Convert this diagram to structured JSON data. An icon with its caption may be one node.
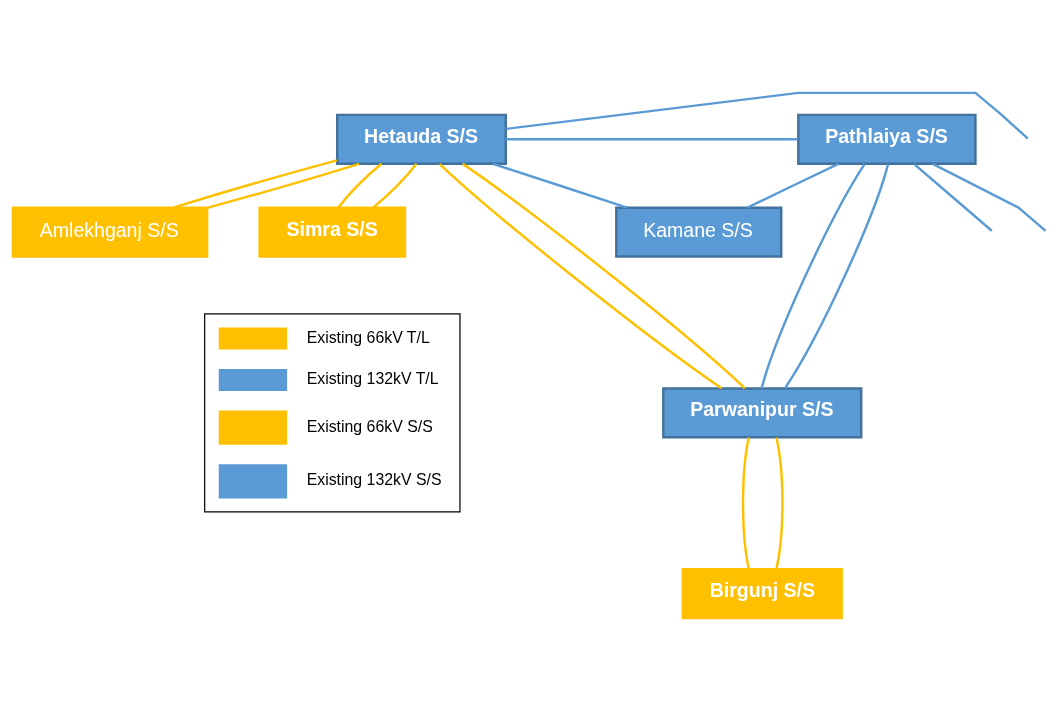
{
  "diagram": {
    "nodes": [
      {
        "text": [
          "Hetauda S/S"
        ]
      },
      {
        "text": [
          "Pathlaiya S/S"
        ]
      },
      {
        "text": [
          "Kamane S/S"
        ]
      },
      {
        "text": [
          "Amlekhganj S/S"
        ]
      },
      {
        "text": [
          "Simra S/S"
        ]
      },
      {
        "text": [
          "Parwanipur S/S"
        ]
      },
      {
        "text": [
          "Birgunj S/S"
        ]
      }
    ],
    "edges": [
      {
        "from": null,
        "to": 0,
        "arrow": "none",
        "color": "#5b9bd5"
      },
      {
        "from": 0,
        "to": 1,
        "arrow": "none",
        "color": "#5b9bd5"
      },
      {
        "from": 1,
        "to": null,
        "arrow": "none",
        "color": "#5b9bd5"
      },
      {
        "from": 1,
        "to": null,
        "arrow": "none",
        "color": "#5b9bd5"
      },
      {
        "from": 0,
        "to": 2,
        "arrow": "none",
        "color": "#5b9bd5"
      },
      {
        "from": 2,
        "to": 1,
        "arrow": "none",
        "color": "#5b9bd5"
      },
      {
        "from": 1,
        "to": 5,
        "arrow": "none",
        "color": "#5b9bd5"
      },
      {
        "from": 1,
        "to": 5,
        "arrow": "none",
        "color": "#5b9bd5"
      },
      {
        "from": 0,
        "to": 3,
        "arrow": "none",
        "color": "#ffc000"
      },
      {
        "from": 0,
        "to": 3,
        "arrow": "none",
        "color": "#ffc000"
      },
      {
        "from": 0,
        "to": 4,
        "arrow": "none",
        "color": "#ffc000"
      },
      {
        "from": 0,
        "to": 4,
        "arrow": "none",
        "color": "#ffc000"
      },
      {
        "from": 0,
        "to": 5,
        "arrow": "none",
        "color": "#ffc000"
      },
      {
        "from": 0,
        "to": 5,
        "arrow": "none",
        "color": "#ffc000"
      },
      {
        "from": 5,
        "to": 6,
        "arrow": "none",
        "color": "#ffc000"
      },
      {
        "from": 5,
        "to": 6,
        "arrow": "none",
        "color": "#ffc000"
      }
    ],
    "legend": [
      {
        "text": "Existing 66kV T/L",
        "color": "#ffc000"
      },
      {
        "text": "Existing 132kV T/L",
        "color": "#5b9bd5"
      },
      {
        "text": "Existing 66kV S/S",
        "color": "#ffc000"
      },
      {
        "text": "Existing 132kV S/S",
        "color": "#5b9bd5"
      }
    ]
  }
}
